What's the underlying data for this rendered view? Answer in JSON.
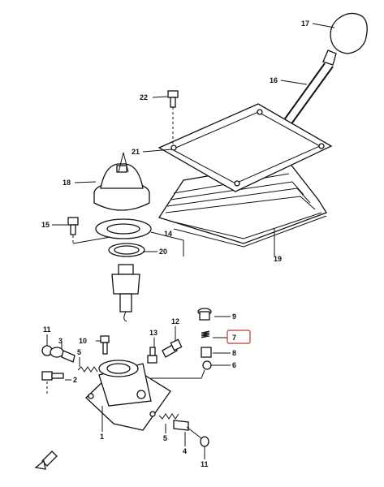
{
  "callouts": {
    "c1": "1",
    "c2": "2",
    "c3": "3",
    "c4": "4",
    "c5a": "5",
    "c5b": "5",
    "c6": "6",
    "c7": "7",
    "c8": "8",
    "c9": "9",
    "c10": "10",
    "c11a": "11",
    "c11b": "11",
    "c12": "12",
    "c13": "13",
    "c14": "14",
    "c15": "15",
    "c16": "16",
    "c17": "17",
    "c18": "18",
    "c19": "19",
    "c20": "20",
    "c21": "21",
    "c22": "22"
  },
  "highlight": {
    "color": "#c0392b",
    "part": "7"
  }
}
